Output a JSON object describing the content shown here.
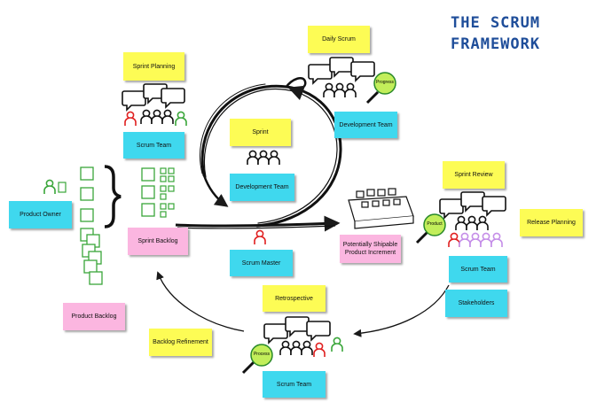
{
  "title": {
    "line1": "THE SCRUM",
    "line2": "FRAMEWORK"
  },
  "colors": {
    "yellow": "#fdfc55",
    "cyan": "#3fd8ee",
    "pink": "#fbb6e0",
    "green": "#3aa63a",
    "red": "#e02020",
    "purple": "#c58ee8",
    "arrow": "#1a1a1a",
    "title": "#1f4e9a"
  },
  "notes": {
    "sprint_planning": "Sprint Planning",
    "scrum_team_planning": "Scrum Team",
    "daily_scrum": "Daily Scrum",
    "development_team_daily": "Development Team",
    "sprint": "Sprint",
    "development_team_sprint": "Development Team",
    "product_owner": "Product Owner",
    "sprint_backlog": "Sprint Backlog",
    "scrum_master": "Scrum Master",
    "increment": "Potentially Shipable Product Increment",
    "sprint_review": "Sprint Review",
    "release_planning": "Release Planning",
    "scrum_team_review": "Scrum Team",
    "stakeholders": "Stakeholders",
    "product_backlog": "Product Backlog",
    "retrospective": "Retrospective",
    "backlog_refinement": "Backlog Refinement",
    "scrum_team_retro": "Scrum Team"
  },
  "magnifiers": {
    "progress": "Progress",
    "product": "Product",
    "process": "Process"
  },
  "icons": [
    "speech-bubble-icon",
    "team-icon",
    "person-icon",
    "magnifier-icon",
    "backlog-item-icon",
    "circular-arrow-icon"
  ]
}
